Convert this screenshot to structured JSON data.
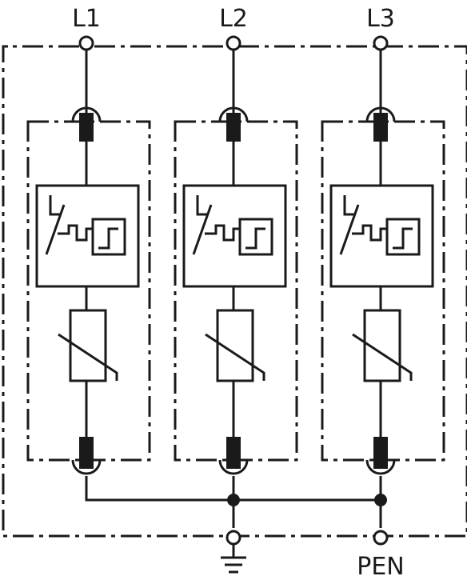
{
  "terminals": {
    "phase_1": "L1",
    "phase_2": "L2",
    "phase_3": "L3",
    "pen": "PEN"
  },
  "icons": {
    "ground": "ground-icon",
    "varistor": "varistor-icon",
    "thermal_disconnector": "thermal-disconnector-icon",
    "fuse": "fuse-icon"
  },
  "colors": {
    "line": "#1a1a1a",
    "background": "#ffffff"
  }
}
